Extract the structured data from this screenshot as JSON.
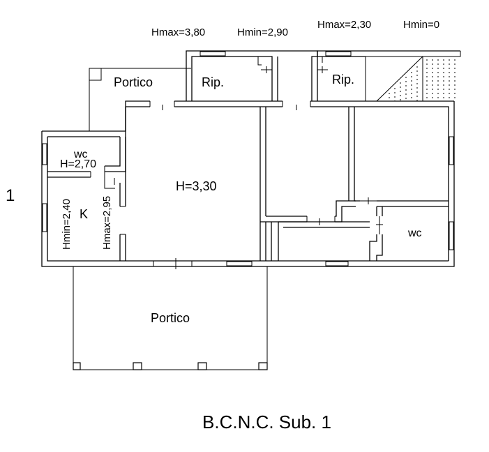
{
  "side_marker": "1",
  "caption": "B.C.N.C. Sub. 1",
  "heights": {
    "rip_left_max": "Hmax=3,80",
    "rip_left_min": "Hmin=2,90",
    "rip_right_max": "Hmax=2,30",
    "stair_min": "Hmin=0",
    "wc_top": "H=2,70",
    "main": "H=3,30",
    "k_min": "Hmin=2,40",
    "k_max": "Hmax=2,95"
  },
  "rooms": {
    "portico_top": "Portico",
    "portico_bottom": "Portico",
    "rip_left": "Rip.",
    "rip_right": "Rip.",
    "wc_left": "wc",
    "wc_right": "wc",
    "kitchen": "K"
  }
}
